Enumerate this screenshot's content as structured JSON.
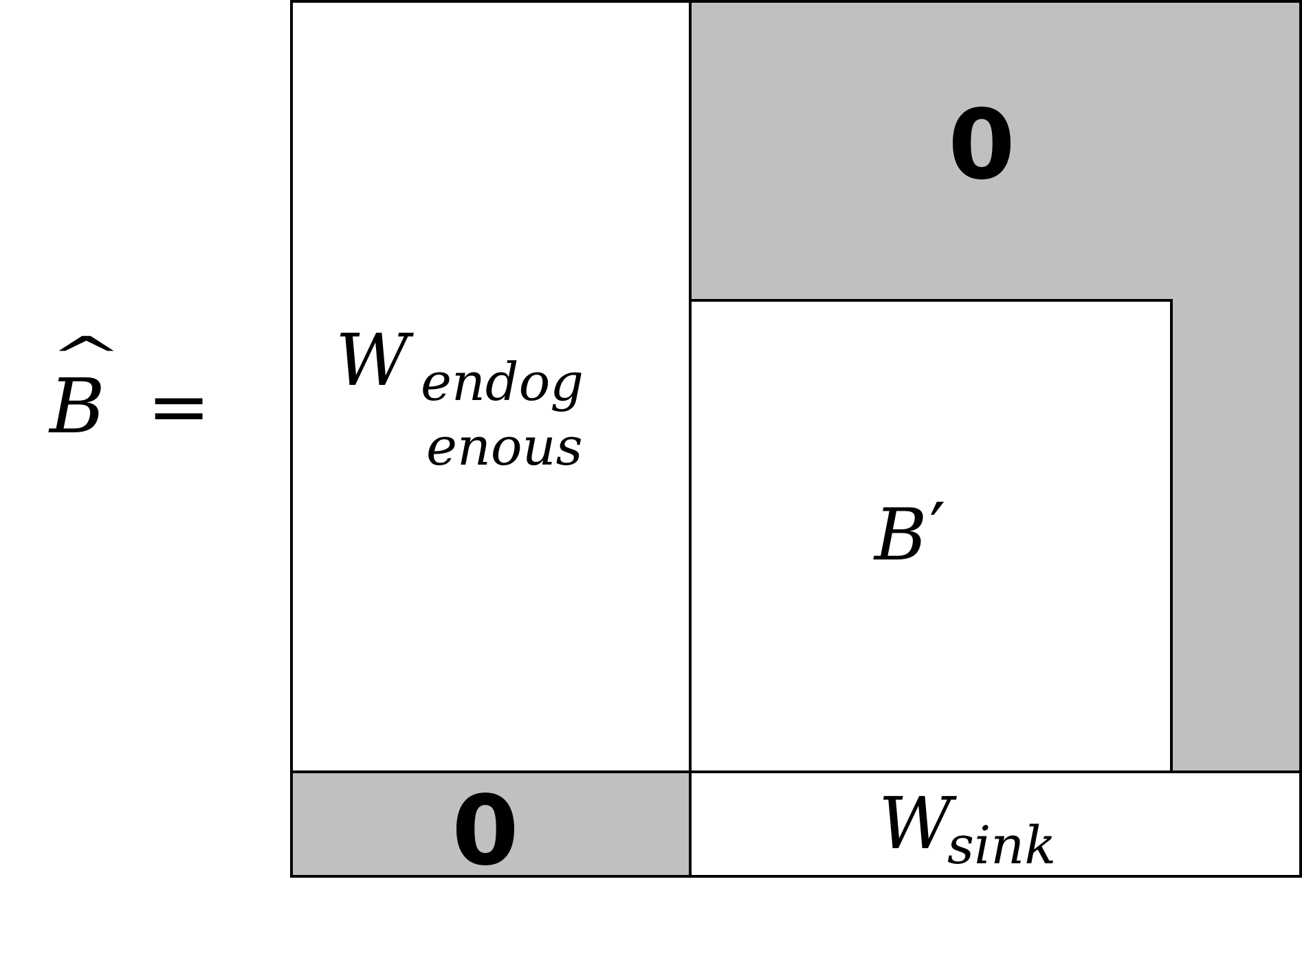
{
  "equation": {
    "lhs_symbol": "B",
    "hat": "^",
    "equals": "="
  },
  "blocks": {
    "w_endogenous": {
      "symbol": "W",
      "subscript_line1": "endog",
      "subscript_line2": "enous"
    },
    "top_right_zero": {
      "label": "0"
    },
    "b_prime": {
      "symbol": "B",
      "prime": "′"
    },
    "bottom_left_zero": {
      "label": "0"
    },
    "w_sink": {
      "symbol": "W",
      "subscript": "sink"
    }
  },
  "colors": {
    "zero_fill": "#c0c0c0",
    "line": "#000000",
    "background": "#ffffff"
  }
}
